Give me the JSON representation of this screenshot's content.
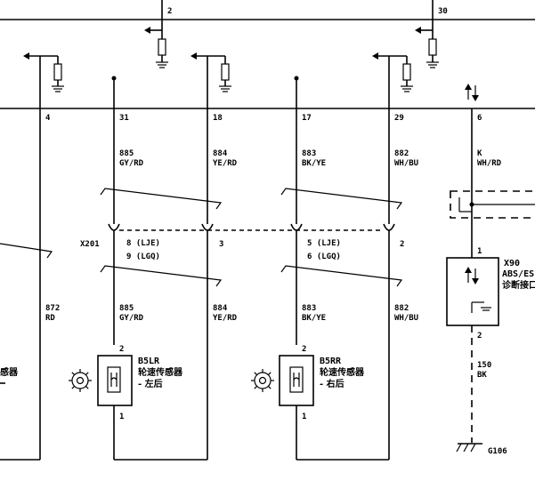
{
  "top_pins": {
    "left": "2",
    "right": "30"
  },
  "bus_pins": [
    "4",
    "31",
    "18",
    "17",
    "29",
    "6"
  ],
  "wires_top": [
    {
      "num": "885",
      "color": "GY/RD"
    },
    {
      "num": "884",
      "color": "YE/RD"
    },
    {
      "num": "883",
      "color": "BK/YE"
    },
    {
      "num": "882",
      "color": "WH/BU"
    },
    {
      "num": "K",
      "color": "WH/RD"
    }
  ],
  "wires_bottom": [
    {
      "num": "872",
      "color": "RD"
    },
    {
      "num": "885",
      "color": "GY/RD"
    },
    {
      "num": "884",
      "color": "YE/RD"
    },
    {
      "num": "883",
      "color": "BK/YE"
    },
    {
      "num": "882",
      "color": "WH/BU"
    }
  ],
  "connector_x201": {
    "name": "X201",
    "pin_a_1": "8 (LJE)",
    "pin_a_2": "9 (LGQ)",
    "pin_b": "3",
    "pin_c_1": "5 (LJE)",
    "pin_c_2": "6 (LGQ)",
    "pin_d": "2"
  },
  "sensor_left": {
    "code": "B5LR",
    "name": "轮速传感器",
    "pos": "- 左后",
    "pin_top": "2",
    "pin_bottom": "1"
  },
  "sensor_right": {
    "code": "B5RR",
    "name": "轮速传感器",
    "pos": "- 右后",
    "pin_top": "2",
    "pin_bottom": "1"
  },
  "sensor_partial": {
    "line1": "感器"
  },
  "x90": {
    "code": "X90",
    "line1": "ABS/ES",
    "line2": "诊断接口",
    "pin_top": "1",
    "pin_bottom": "2"
  },
  "ground_wire": {
    "num": "150",
    "color": "BK"
  },
  "ground": {
    "name": "G106"
  }
}
